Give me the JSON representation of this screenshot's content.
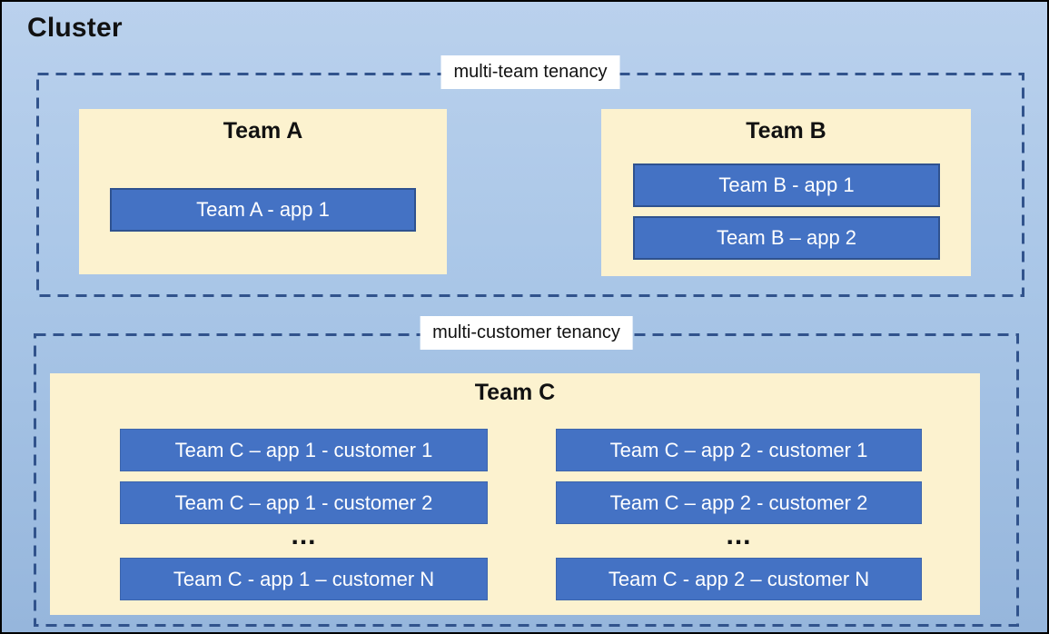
{
  "cluster": {
    "title": "Cluster"
  },
  "sections": {
    "multi_team": {
      "label": "multi-team tenancy",
      "teams": [
        {
          "name": "Team A",
          "apps": [
            "Team A - app 1"
          ]
        },
        {
          "name": "Team B",
          "apps": [
            "Team B - app 1",
            "Team B – app 2"
          ]
        }
      ]
    },
    "multi_customer": {
      "label": "multi-customer tenancy",
      "team": {
        "name": "Team C",
        "ellipsis": "...",
        "columns": [
          {
            "rows": [
              "Team C – app 1 - customer 1",
              "Team C – app 1 - customer 2",
              "Team C - app 1 – customer N"
            ]
          },
          {
            "rows": [
              "Team C – app 2 - customer 1",
              "Team C – app 2 - customer 2",
              "Team C - app 2 – customer N"
            ]
          }
        ]
      }
    }
  },
  "colors": {
    "canvas-top": "#BAD1ED",
    "canvas-bottom": "#96B6DC",
    "panel-cream": "#FCF2CF",
    "node-blue": "#4472C4",
    "node-border": "#2F528F",
    "dash-border": "#31538C",
    "label-bg": "#FFFFFF",
    "text-dark": "#111111",
    "text-light": "#FFFFFF"
  }
}
